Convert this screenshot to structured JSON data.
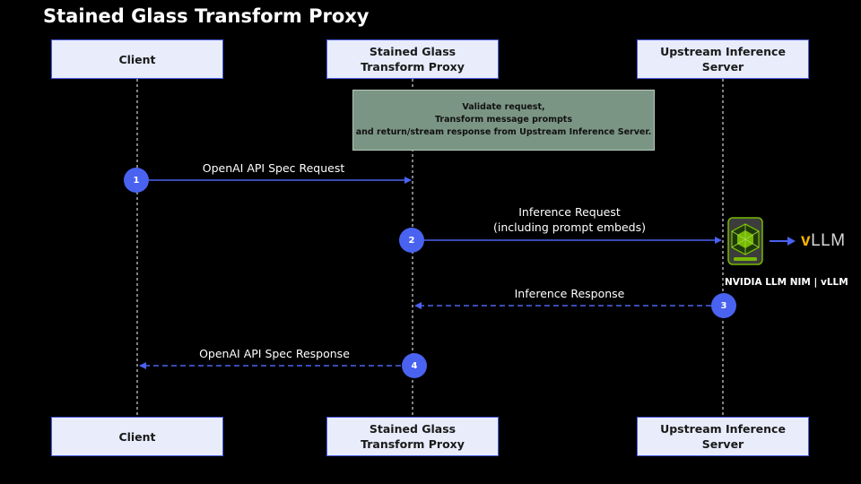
{
  "title": "Stained Glass Transform Proxy",
  "actors": {
    "client": "Client",
    "proxy": "Stained Glass\nTransform Proxy",
    "upstream": "Upstream Inference\nServer"
  },
  "note": "Validate request,\nTransform message prompts\nand return/stream response from Upstream Inference Server.",
  "messages": [
    {
      "step": "1",
      "label": "OpenAI API Spec Request"
    },
    {
      "step": "2",
      "label": "Inference Request\n(including prompt embeds)"
    },
    {
      "step": "3",
      "label": "Inference Response"
    },
    {
      "step": "4",
      "label": "OpenAI API Spec Response"
    }
  ],
  "nim": {
    "label": "NVIDIA LLM NIM | vLLM",
    "icon": "nvidia-nim-cube-icon",
    "vllm_v": "v",
    "vllm_rest": "LLM"
  },
  "colors": {
    "arrow": "#4a62f0",
    "actor_fill": "#e8ecfb",
    "actor_border": "#4a5fe0",
    "note_fill": "#7b9584",
    "nim_green": "#76b900"
  }
}
